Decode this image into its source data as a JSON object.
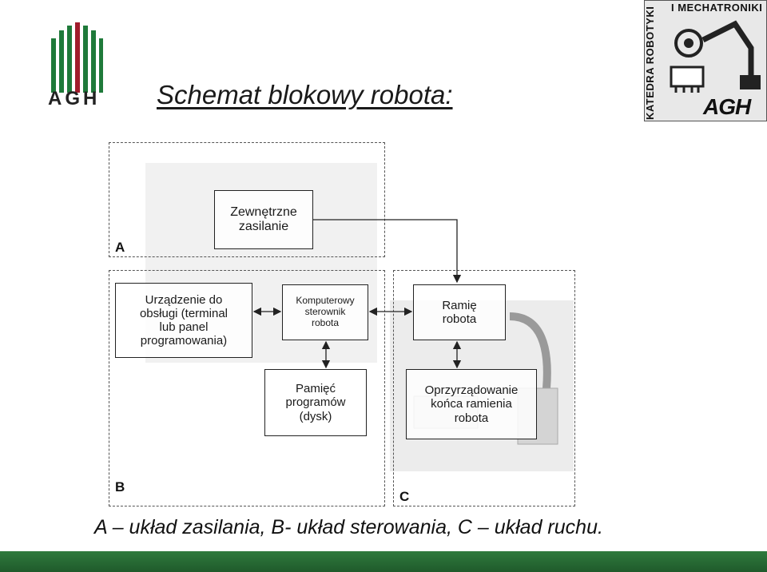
{
  "header": {
    "title": "Schemat blokowy robota:",
    "logo_left_text": "AGH",
    "logo_right_top": "I MECHATRONIKI",
    "logo_right_side": "KATEDRA ROBOTYKI",
    "logo_right_bottom": "AGH"
  },
  "regions": {
    "a_label": "A",
    "b_label": "B",
    "c_label": "C"
  },
  "blocks": {
    "zasilanie": "Zewnętrzne\nzasilanie",
    "urzadzenie": "Urządzenie do\nobsługi (terminal\nlub panel\nprogramowania)",
    "komputer": "Komputerowy\nsterownik\nrobota",
    "ramie": "Ramię\nrobota",
    "pamiec": "Pamięć\nprogramów\n(dysk)",
    "oprzyrzadowanie": "Oprzyrządowanie\nkońca ramienia\nrobota"
  },
  "caption": "A – układ zasilania, B- układ sterowania, C – układ ruchu.",
  "colors": {
    "bar": "#2f7a3d",
    "agh_green": "#1f7a3a",
    "agh_red": "#a01c2c"
  },
  "icons": [
    "agh-logo-icon",
    "katedra-emblem-icon"
  ]
}
